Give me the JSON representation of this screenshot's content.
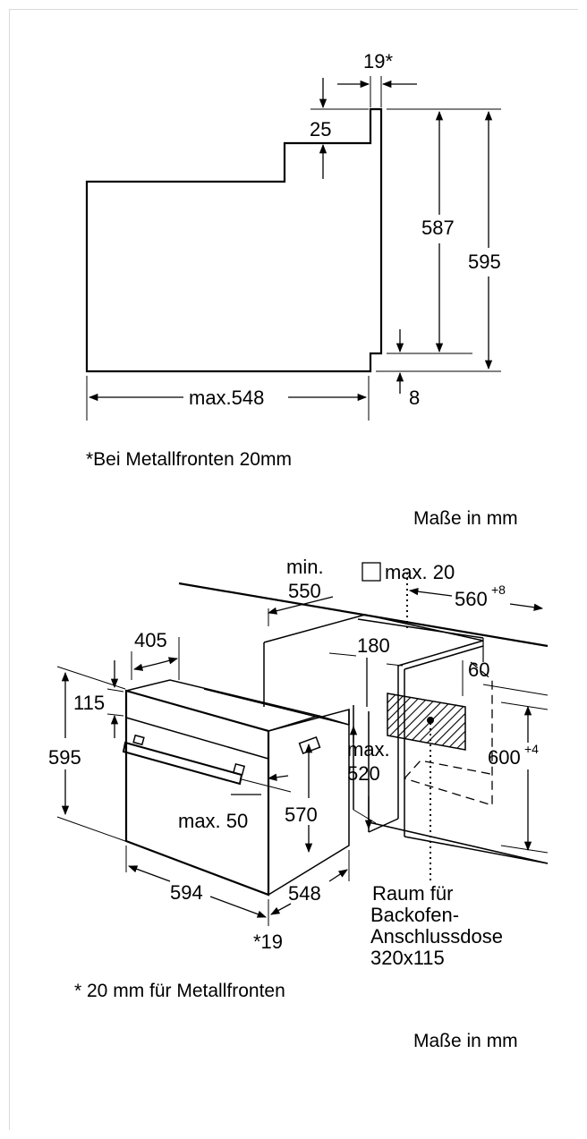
{
  "side_view": {
    "labels": {
      "front_thickness": "19*",
      "top_step": "25",
      "front_height": "587",
      "total_height": "595",
      "depth": "max.548",
      "bottom_gap": "8"
    },
    "footnote": "*Bei Metallfronten 20mm",
    "units": "Maße in mm"
  },
  "installation_view": {
    "labels": {
      "min": "min.",
      "min_value": "550",
      "square_symbol": "□",
      "max_20": "max. 20",
      "width_niche": "560",
      "width_niche_tol": "+8",
      "depth_405": "405",
      "dist_180": "180",
      "dist_60": "60",
      "height_115": "115",
      "height_595": "595",
      "max_label": "max.",
      "max_520": "520",
      "niche_height": "600",
      "niche_height_tol": "+4",
      "height_570": "570",
      "max_50": "max. 50",
      "width_594": "594",
      "depth_548": "548",
      "front_19": "*19",
      "socket_line1": "Raum für",
      "socket_line2": "Backofen-",
      "socket_line3": "Anschlussdose",
      "socket_line4": "320x115"
    },
    "footnote": "* 20 mm für Metallfronten",
    "units": "Maße in mm"
  }
}
